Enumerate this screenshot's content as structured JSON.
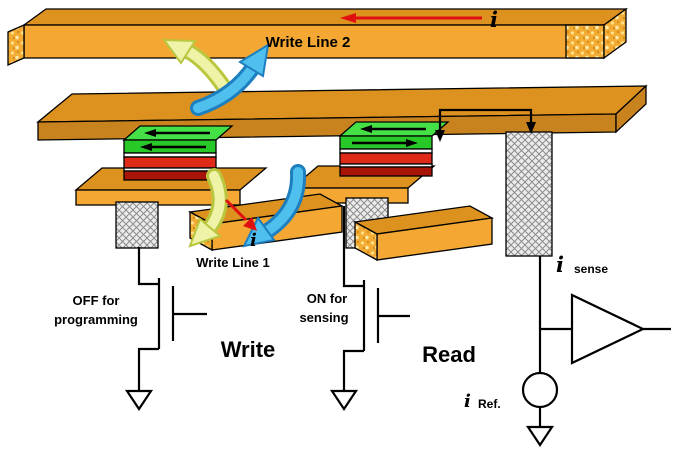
{
  "labels": {
    "write_line_2": "Write Line 2",
    "write_line_1": "Write Line 1",
    "current_top": "i",
    "current_wl1": "i",
    "off_line1": "OFF for",
    "off_line2": "programming",
    "on_line1": "ON for",
    "on_line2": "sensing",
    "write": "Write",
    "read": "Read",
    "sense_current_symbol": "i",
    "sense_current_sub": "sense",
    "ref_current_symbol": "i",
    "ref_current_sub": "Ref."
  },
  "colors": {
    "bar_front": "#F4A833",
    "bar_top": "#DD921F",
    "slab_front": "#C9831E",
    "green_top": "#45E045",
    "green_front": "#29C829",
    "red_layer": "#E02A18",
    "red_dark": "#A81408",
    "blue_arrow": "#4FC0EE",
    "blue_arrow_edge": "#1D7FBF",
    "yellow_arrow": "#EEF3A8",
    "yellow_arrow_edge": "#B9C63E",
    "current_arrow": "#E01010",
    "hatch_bg": "#ECECEC",
    "hatch_line": "#8C8C8C",
    "speckle_bg": "#F3AC33"
  }
}
